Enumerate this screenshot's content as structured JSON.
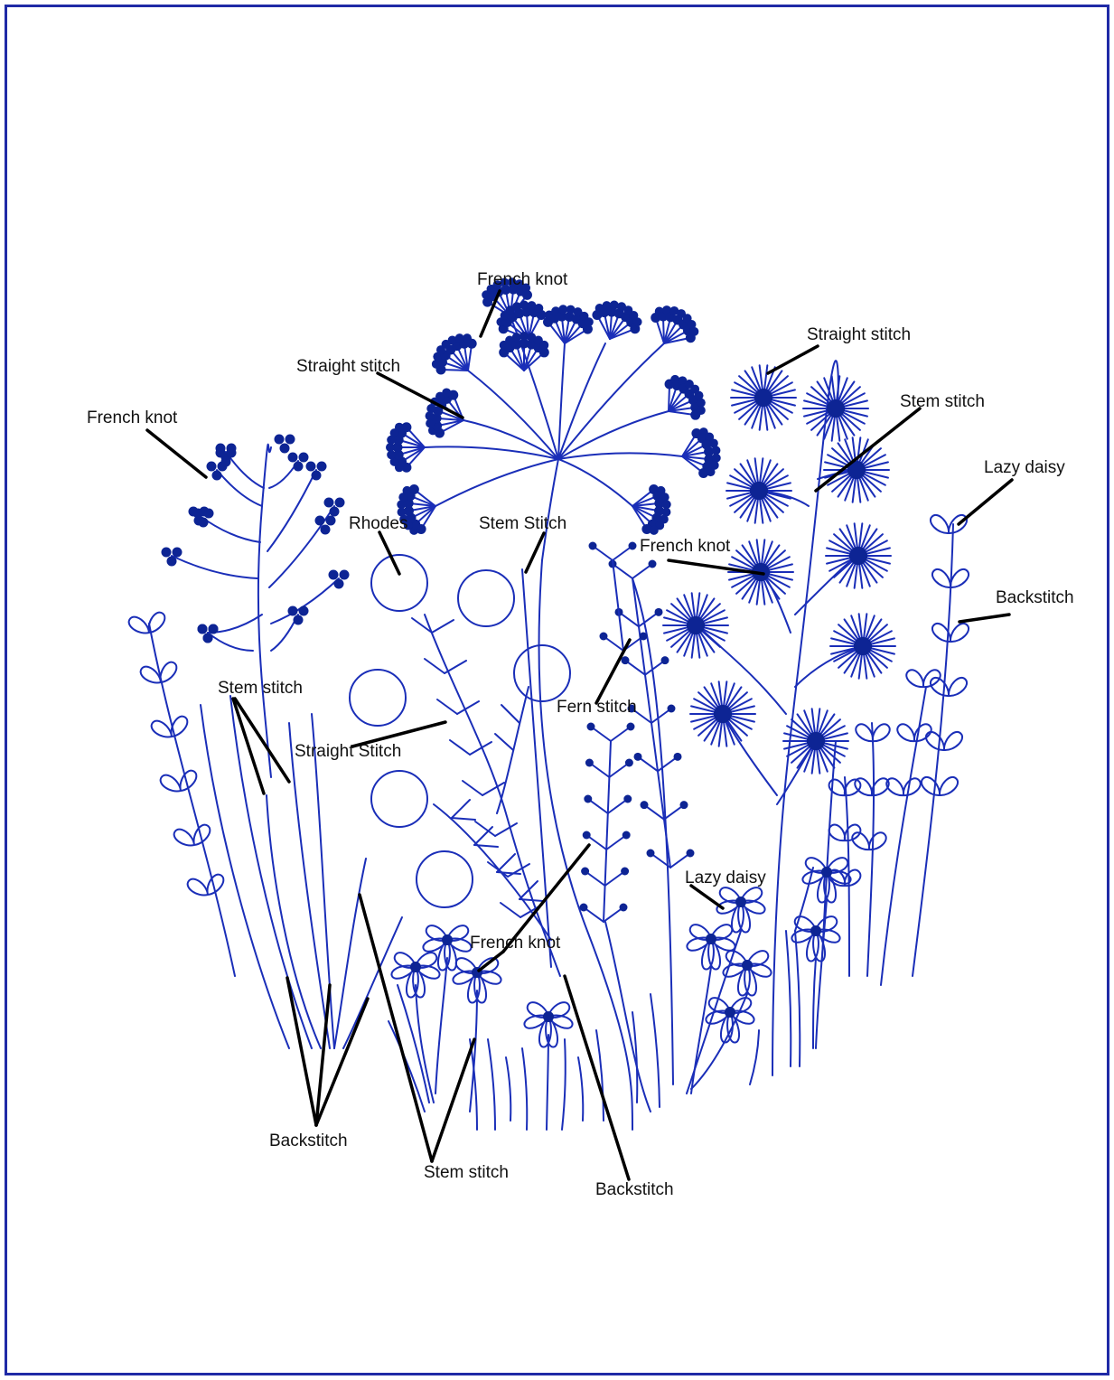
{
  "colors": {
    "thread": "#1a2eb8",
    "knot_fill": "#0d2494",
    "leader": "#000000",
    "frame": "#1f2aa6"
  },
  "labels": {
    "french_knot_top": "French knot",
    "straight_stitch_umbel": "Straight stitch",
    "french_knot_left": "French knot",
    "straight_stitch_right": "Straight stitch",
    "stem_stitch_right": "Stem stitch",
    "lazy_daisy_right": "Lazy daisy",
    "rhodes": "Rhodes",
    "stem_stitch_center": "Stem Stitch",
    "french_knot_center": "French knot",
    "backstitch_right": "Backstitch",
    "stem_stitch_left": "Stem stitch",
    "fern_stitch": "Fern stitch",
    "straight_stitch_mid": "Straight Stitch",
    "lazy_daisy_center": "Lazy daisy",
    "french_knot_bottom": "French knot",
    "backstitch_bottom_left": "Backstitch",
    "stem_stitch_bottom": "Stem stitch",
    "backstitch_bottom": "Backstitch"
  }
}
